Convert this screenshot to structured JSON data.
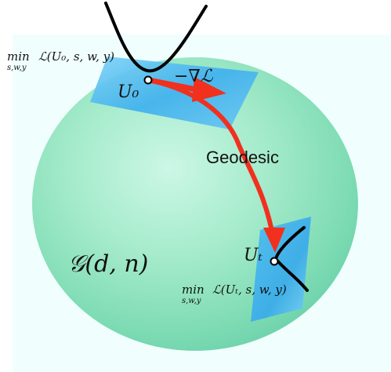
{
  "labels": {
    "min_top": "min",
    "min_top_sub": "s,w,y",
    "loss_top": "ℒ(U₀, s, w, y)",
    "u0": "U₀",
    "neg_grad": "−∇ℒ",
    "geodesic": "Geodesic",
    "grassmann": "𝒢(d, n)",
    "ut": "Uₜ",
    "min_bottom": "min",
    "min_bottom_sub": "s,w,y",
    "loss_bottom": "ℒ(Uₜ, s, w, y)"
  },
  "colors": {
    "background_light_cyan": "#f0fffd",
    "manifold_green": "#9fe7c2",
    "tangent_plane_blue": "#49b6ee",
    "arrow_red": "#f1301e",
    "curve_black": "#000000"
  }
}
